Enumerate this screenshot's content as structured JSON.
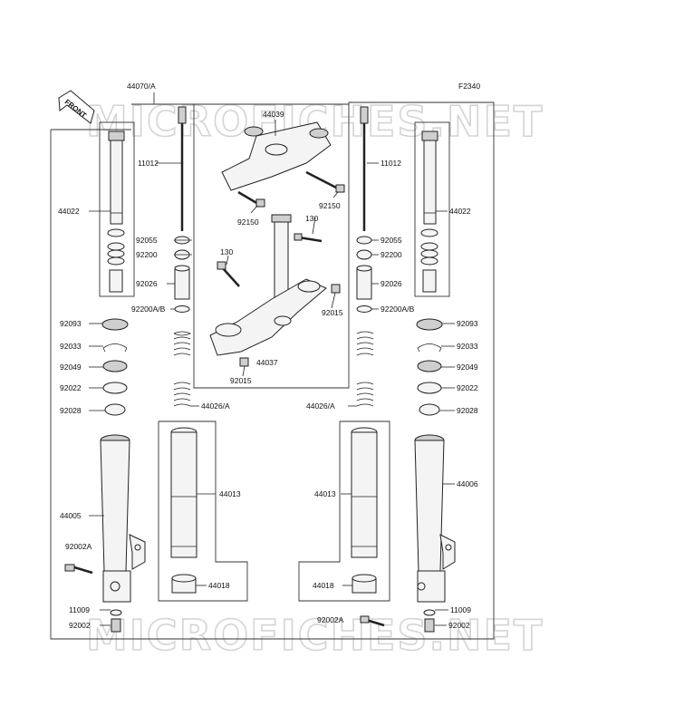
{
  "figure_code": "F2340",
  "watermark": {
    "top": "MICROFICHES.NET",
    "bottom": "MICROFICHES.NET"
  },
  "front_label": "FRONT",
  "labels": {
    "l44070A": "44070/A",
    "l44039": "44039",
    "l11012_left": "11012",
    "l11012_right": "11012",
    "l44022_left": "44022",
    "l44022_right": "44022",
    "l92150_a": "92150",
    "l92150_b": "92150",
    "l130_a": "130",
    "l130_b": "130",
    "l92055_left": "92055",
    "l92055_right": "92055",
    "l92200_left": "92200",
    "l92200_right": "92200",
    "l92026_left": "92026",
    "l92026_right": "92026",
    "l92200AB_left": "92200A/B",
    "l92200AB_right": "92200A/B",
    "l92015_a": "92015",
    "l92015_b": "92015",
    "l92093_left": "92093",
    "l92093_right": "92093",
    "l92033_left": "92033",
    "l92033_right": "92033",
    "l92049_left": "92049",
    "l92049_right": "92049",
    "l44037": "44037",
    "l92022_left": "92022",
    "l92022_right": "92022",
    "l92028_left": "92028",
    "l92028_right": "92028",
    "l44026A_left": "44026/A",
    "l44026A_right": "44026/A",
    "l44013_left": "44013",
    "l44013_right": "44013",
    "l44006": "44006",
    "l44005": "44005",
    "l92002A_left": "92002A",
    "l92002A_right": "92002A",
    "l44018_left": "44018",
    "l44018_right": "44018",
    "l11009_left": "11009",
    "l11009_right": "11009",
    "l92002_left": "92002",
    "l92002_right": "92002"
  }
}
